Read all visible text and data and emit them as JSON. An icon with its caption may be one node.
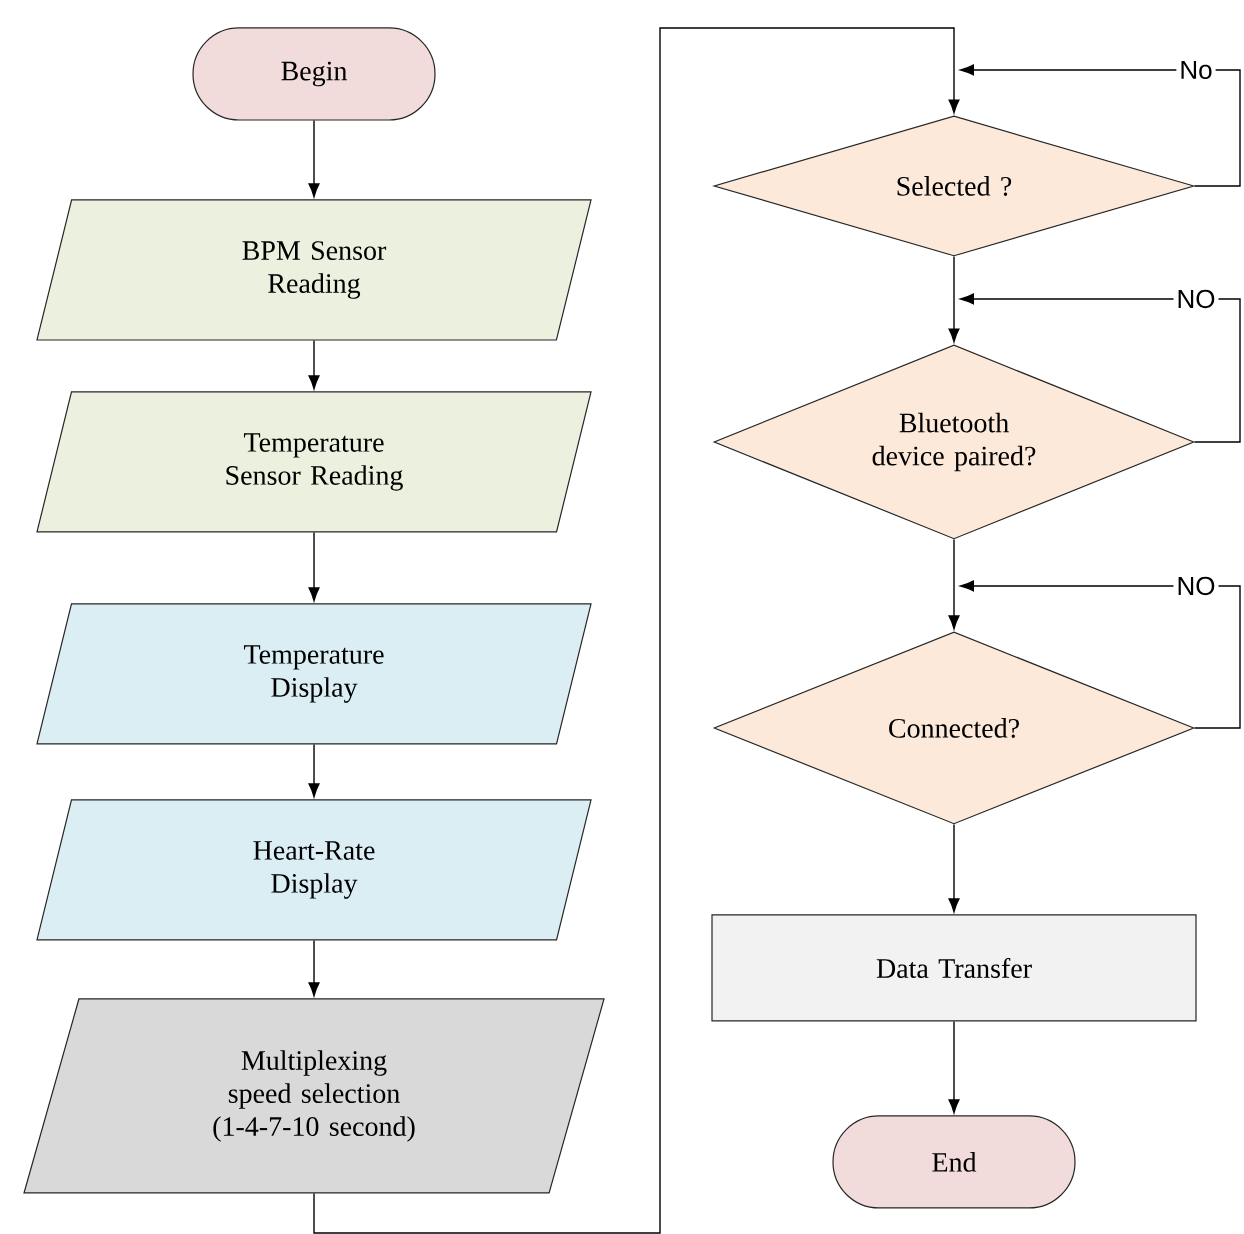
{
  "diagram": {
    "nodes": [
      {
        "text": [
          "Begin"
        ]
      },
      {
        "text": [
          "BPM Sensor Reading"
        ]
      },
      {
        "text": [
          "Temperature Sensor Reading"
        ]
      },
      {
        "text": [
          "Temperature Display"
        ]
      },
      {
        "text": [
          "Heart-Rate Display"
        ]
      },
      {
        "text": [
          "Multiplexing speed selection (1-4-7-10 second)"
        ]
      },
      {
        "text": [
          "Selected ?"
        ]
      },
      {
        "text": [
          "Bluetooth device paired?"
        ]
      },
      {
        "text": [
          "Connected?"
        ]
      },
      {
        "text": [
          "Data Transfer"
        ]
      },
      {
        "text": [
          "End"
        ]
      }
    ],
    "edges": [
      {
        "from": 0,
        "to": 1,
        "arrow": "to"
      },
      {
        "from": 1,
        "to": 2,
        "arrow": "to"
      },
      {
        "from": 2,
        "to": 3,
        "arrow": "to"
      },
      {
        "from": 3,
        "to": 4,
        "arrow": "to"
      },
      {
        "from": 4,
        "to": 5,
        "arrow": "to"
      },
      {
        "from": 5,
        "to": 6,
        "arrow": "to"
      },
      {
        "from": 6,
        "to": 6,
        "arrow": "to",
        "label": "No"
      },
      {
        "from": 6,
        "to": 7,
        "arrow": "to"
      },
      {
        "from": 7,
        "to": 7,
        "arrow": "to",
        "label": "NO"
      },
      {
        "from": 7,
        "to": 8,
        "arrow": "to"
      },
      {
        "from": 8,
        "to": 8,
        "arrow": "to",
        "label": "NO"
      },
      {
        "from": 8,
        "to": 9,
        "arrow": "to"
      },
      {
        "from": 9,
        "to": 10,
        "arrow": "to"
      }
    ]
  }
}
